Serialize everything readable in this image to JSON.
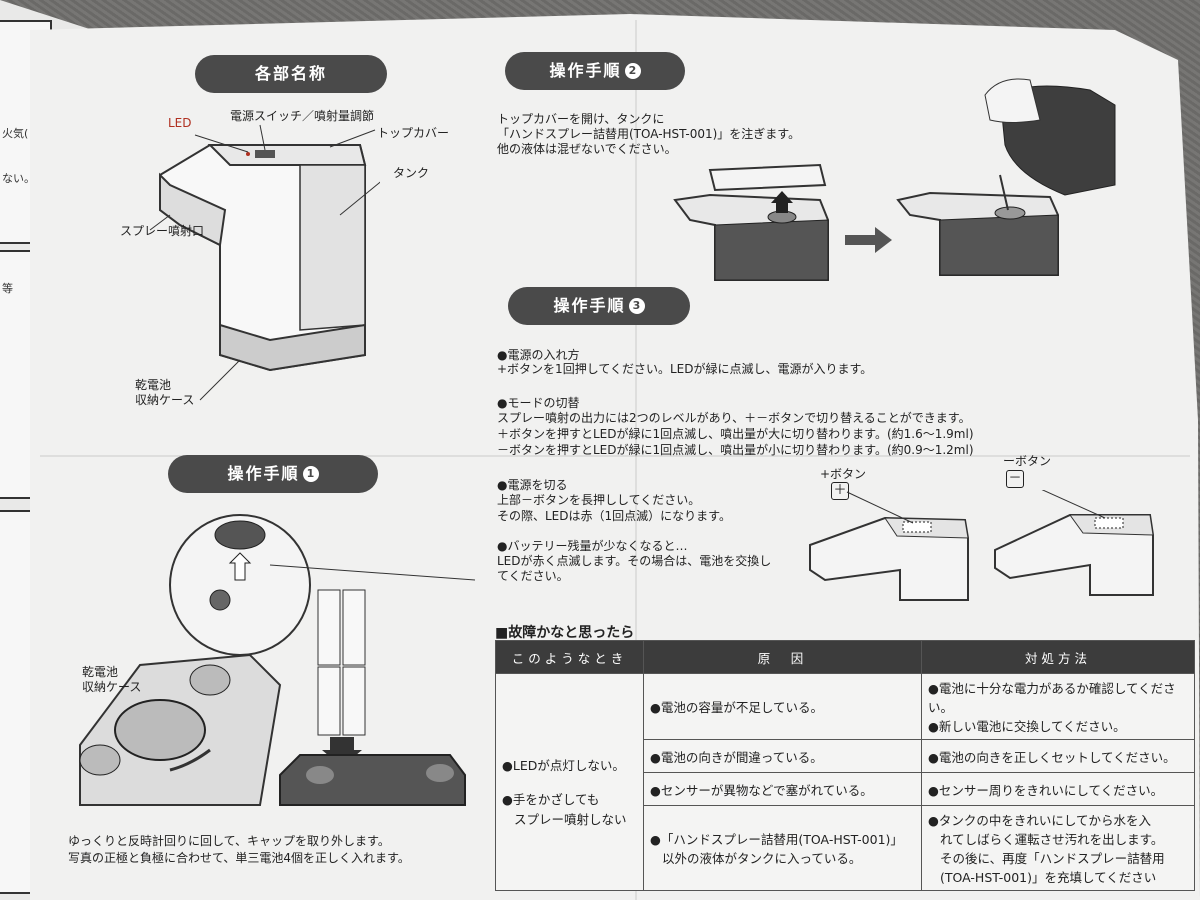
{
  "left_edge": {
    "frag1": "火気(コン",
    "frag2": "ない。",
    "frag3": "等"
  },
  "parts": {
    "heading": "各部名称",
    "led": "LED",
    "switch": "電源スイッチ／噴射量調節",
    "top_cover": "トップカバー",
    "tank": "タンク",
    "nozzle": "スプレー噴射口",
    "battery_case_1": "乾電池",
    "battery_case_2": "収納ケース"
  },
  "step1": {
    "heading": "操作手順",
    "num": "1",
    "battery_label_1": "乾電池",
    "battery_label_2": "収納ケース",
    "line1": "ゆっくりと反時計回りに回して、キャップを取り外します。",
    "line2": "写真の正極と負極に合わせて、単三電池4個を正しく入れます。"
  },
  "step2": {
    "heading": "操作手順",
    "num": "2",
    "line1": "トップカバーを開け、タンクに",
    "line2": "「ハンドスプレー詰替用(TOA-HST-001)」を注ぎます。",
    "line3": "他の液体は混ぜないでください。"
  },
  "step3": {
    "heading": "操作手順",
    "num": "3",
    "power_title": "●電源の入れ方",
    "power_text": "+ボタンを1回押してください。LEDが緑に点滅し、電源が入ります。",
    "mode_title": "●モードの切替",
    "mode_text1": "スプレー噴射の出力には2つのレベルがあり、＋－ボタンで切り替えることができます。",
    "mode_text2": "＋ボタンを押すとLEDが緑に1回点滅し、噴出量が大に切り替わります。(約1.6～1.9ml)",
    "mode_text3": "－ボタンを押すとLEDが緑に1回点滅し、噴出量が小に切り替わります。(約0.9～1.2ml)",
    "off_title": "●電源を切る",
    "off_text1": "上部－ボタンを長押ししてください。",
    "off_text2": "その際、LEDは赤（1回点滅）になります。",
    "battery_title": "●バッテリー残量が少なくなると…",
    "battery_text1": "LEDが赤く点滅します。その場合は、電池を交換し",
    "battery_text2": "てください。",
    "plus_label": "+ボタン",
    "minus_label": "ーボタン",
    "plus_symbol": "＋",
    "minus_symbol": "－"
  },
  "trouble": {
    "heading": "■故障かなと思ったら",
    "headers": [
      "このようなとき",
      "原　因",
      "対処方法"
    ],
    "symptom1": "●LEDが点灯しない。",
    "symptom2_1": "●手をかざしても",
    "symptom2_2": "スプレー噴射しない",
    "rows": [
      {
        "cause": "●電池の容量が不足している。",
        "fix1": "●電池に十分な電力があるか確認してください。",
        "fix2": "●新しい電池に交換してください。"
      },
      {
        "cause": "●電池の向きが間違っている。",
        "fix1": "●電池の向きを正しくセットしてください。"
      },
      {
        "cause": "●センサーが異物などで塞がれている。",
        "fix1": "●センサー周りをきれいにしてください。"
      },
      {
        "cause": "●「ハンドスプレー詰替用(TOA-HST-001)」",
        "cause2": "以外の液体がタンクに入っている。",
        "fix1": "●タンクの中をきれいにしてから水を入",
        "fix2": "れてしばらく運転させ汚れを出します。",
        "fix3": "その後に、再度「ハンドスプレー詰替用",
        "fix4": "(TOA-HST-001)」を充填してください"
      }
    ]
  }
}
